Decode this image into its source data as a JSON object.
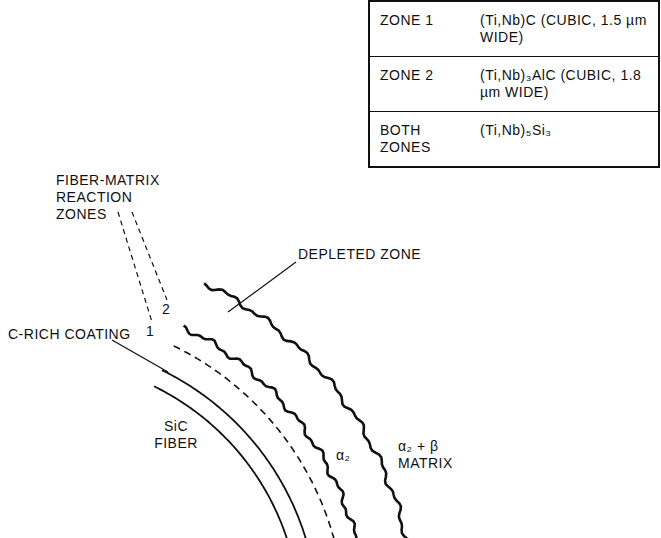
{
  "diagram": {
    "nodes": [
      {
        "text": [
          "ZONE 1",
          "(Ti,Nb)C (CUBIC, 1.5 µm WIDE)",
          "ZONE 2",
          "(Ti,Nb)₃AlC (CUBIC, 1.8 µm WIDE)",
          "BOTH ZONES",
          "(Ti,Nb)₅Si₃"
        ]
      }
    ],
    "labels": [
      "FIBER-MATRIX REACTION ZONES",
      "1",
      "2",
      "C-RICH COATING",
      "DEPLETED ZONE",
      "SiC FIBER",
      "α₂",
      "α₂ + β MATRIX"
    ]
  }
}
